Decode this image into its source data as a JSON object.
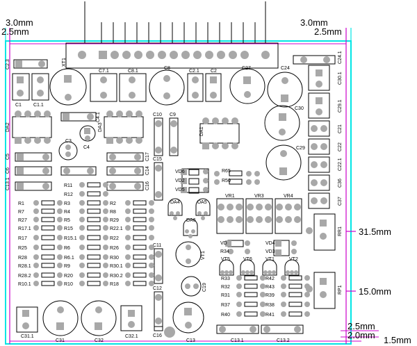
{
  "colors": {
    "board_outline": "#00e5e5",
    "dimension_line": "#cc00cc",
    "pad": "#a8a8a8",
    "pad_dark": "#7a7a7a",
    "silkscreen": "#000000"
  },
  "dimensions": {
    "top_left_outer": "3.0mm",
    "top_left_inner": "2.5mm",
    "top_right_outer": "3.0mm",
    "top_right_inner": "2.5mm",
    "right_mid": "31.5mm",
    "right_lower": "15.0mm",
    "bottom_right_a": "2.5mm",
    "bottom_right_b": "2.0mm",
    "bottom_right_c": "1.5mm"
  },
  "connectors": {
    "top": "XT1"
  },
  "labels": {
    "c23": "C2.3",
    "c1": "C1",
    "c11": "C1.1",
    "da2": "DA2",
    "c4": "C4",
    "c3": "C3",
    "da3": "DA3",
    "c41": "C4.1",
    "c71": "C7.1",
    "c81": "C8.1",
    "c8": "C8",
    "c21": "C2.1",
    "c2": "C2",
    "c27": "C27",
    "c24": "C24",
    "c241": "C24.1",
    "c301": "C30.1",
    "c291": "C29.1",
    "c21b": "C21",
    "c22": "C22",
    "c221": "C22.1",
    "c36": "C36",
    "c37": "C37",
    "c30": "C30",
    "c29": "C29",
    "c10": "C10",
    "c9": "C9",
    "da1": "DA1",
    "c17": "C17",
    "c14": "C14",
    "c15": "C15",
    "c16b": "C16",
    "c5": "C5",
    "c6": "C6",
    "c131": "C13.1",
    "vd6": "VD6",
    "vd2": "VD2",
    "vd5": "VD5",
    "r65": "R65",
    "r50": "R50",
    "da4": "DA4",
    "da5": "DA5",
    "da6": "DA6",
    "vr1": "VR1",
    "vr3": "VR3",
    "vr4": "VR4",
    "rr1": "RR1",
    "rp1": "RP1",
    "c11b": "C11",
    "c12": "C12",
    "vt1left": "VT1",
    "c19": "C19",
    "vd": "VD",
    "r34": "R34",
    "vd4": "VD4",
    "vd3": "VD3",
    "vt5": "VT5",
    "vt6": "VT6",
    "vt1": "VT1",
    "vt2": "VT2",
    "c31": "C31",
    "c31b": "C31.1",
    "c32": "C32",
    "c321": "C32.1",
    "c16": "C16",
    "c13": "C13",
    "c13_1": "C13.1",
    "c13_2": "C13.2",
    "r11": "R11",
    "r12": "R12"
  },
  "resistors_left_col": [
    "R1",
    "R7",
    "R27",
    "R17.1",
    "R17",
    "R25",
    "R28",
    "R28.1",
    "R28.2",
    "R10.1"
  ],
  "resistors_mid_col": [
    "R3",
    "R4",
    "R5",
    "R15",
    "R15.1",
    "R6",
    "R6.1",
    "R9",
    "R20",
    "R10"
  ],
  "resistors_right_col": [
    "R2",
    "R8",
    "R29",
    "R22.1",
    "R22",
    "R26",
    "R30",
    "R30.1",
    "R30.2",
    "R18"
  ],
  "resistors_lower": [
    "R33",
    "R32",
    "R31",
    "R37",
    "R40"
  ],
  "resistors_lower_right": [
    "R42",
    "R43",
    "R39",
    "R38",
    "R41"
  ]
}
